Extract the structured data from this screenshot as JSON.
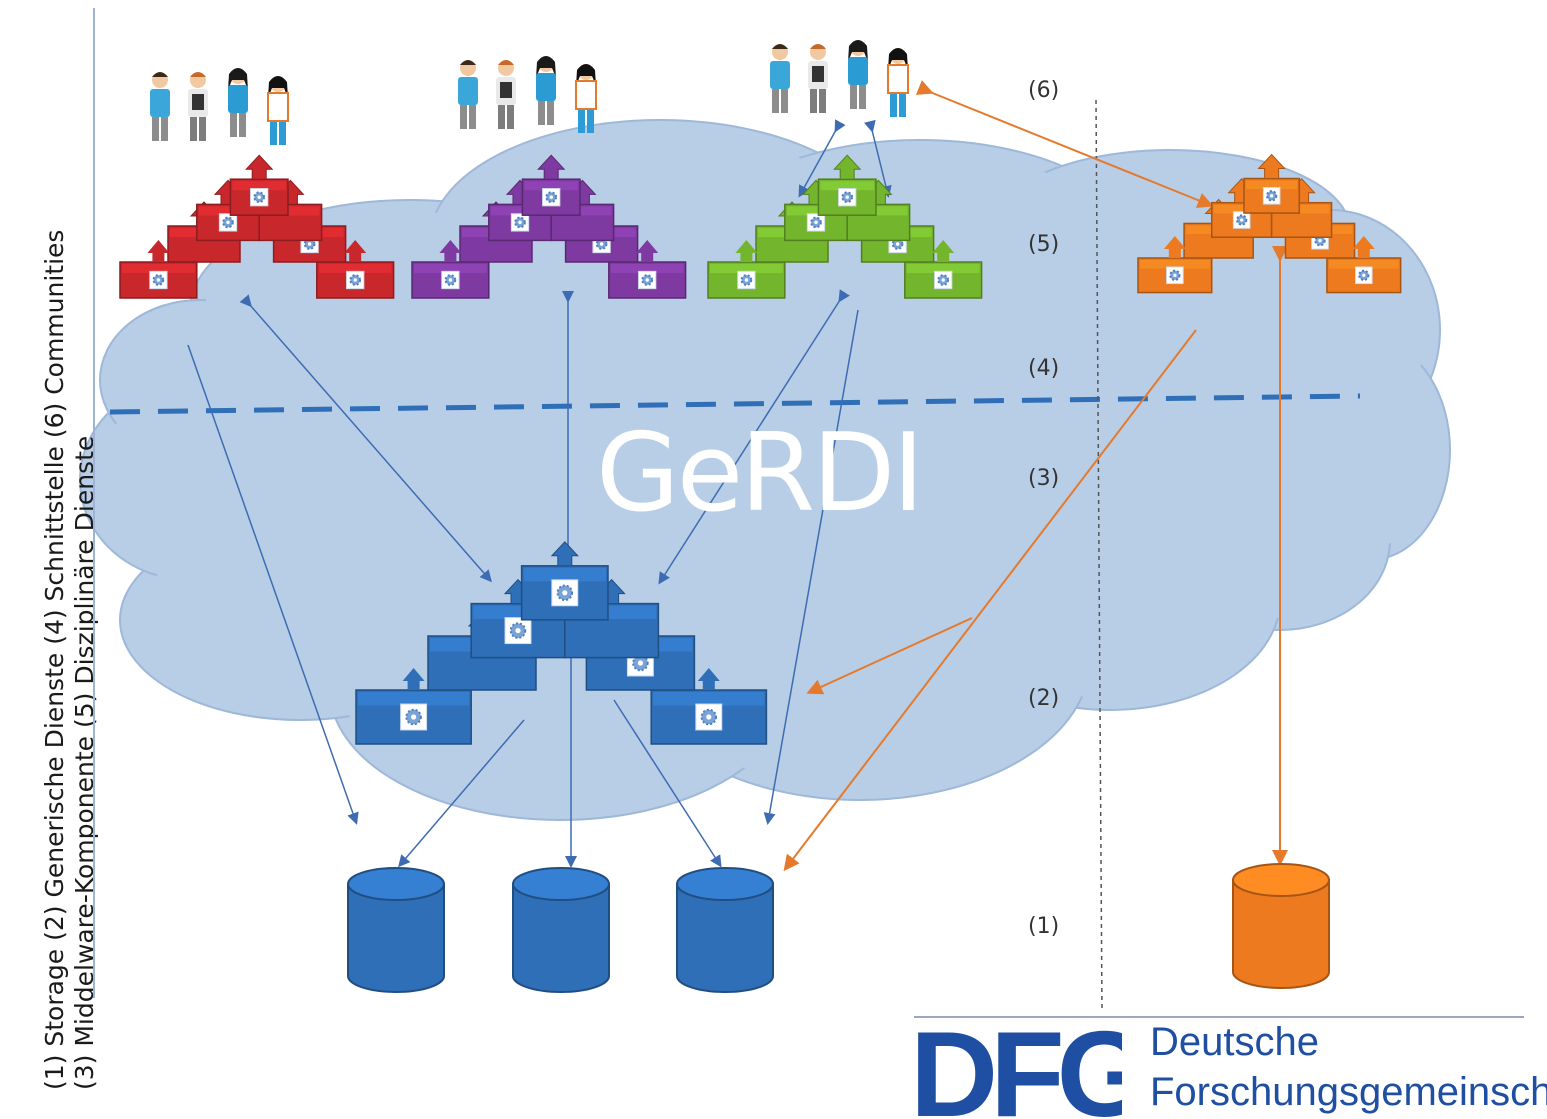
{
  "title": "GeRDI",
  "legend": {
    "line1": "(1) Storage        (2) Generische  Dienste        (4) Schnittstelle   (6) Communities",
    "line2": "(3) Middelware-Komponente      (5) Disziplinäre  Dienste"
  },
  "levels": [
    "(6)",
    "(5)",
    "(4)",
    "(3)",
    "(2)",
    "(1)"
  ],
  "logo": {
    "mark": "DFG",
    "line1": "Deutsche",
    "line2": "Forschungsgemeinschaft"
  },
  "colors": {
    "cloud": "#b8cde6",
    "generic_services": "#2f6fb8",
    "red_community": "#c8282c",
    "purple_community": "#7e3aa0",
    "green_community": "#74b52e",
    "orange_external": "#ed7a1e",
    "storage": "#2f6fb8",
    "dfg_blue": "#1f4fa3"
  },
  "icons": {
    "users": "people-icon",
    "service": "gear-block-icon",
    "storage": "database-icon"
  }
}
